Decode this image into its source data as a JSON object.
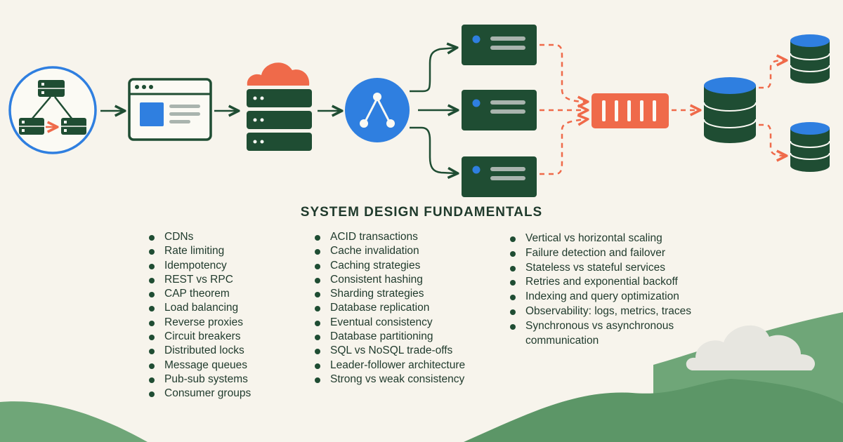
{
  "title": "SYSTEM DESIGN FUNDAMENTALS",
  "colors": {
    "background": "#f7f4ec",
    "dark_green": "#1f4d33",
    "accent_blue": "#2f7fe0",
    "accent_orange": "#ef6a4a",
    "hills": "#5f9a6a"
  },
  "topics": {
    "column1": [
      "CDNs",
      "Rate limiting",
      "Idempotency",
      "REST vs RPC",
      "CAP theorem",
      "Load balancing",
      "Reverse proxies",
      "Circuit breakers",
      "Distributed locks",
      "Message queues",
      "Pub-sub systems",
      "Consumer groups"
    ],
    "column2": [
      "ACID transactions",
      "Cache invalidation",
      "Caching strategies",
      "Consistent hashing",
      "Sharding strategies",
      "Database replication",
      "Eventual consistency",
      "Database partitioning",
      "SQL vs NoSQL trade-offs",
      "Leader-follower architecture",
      "Strong vs weak consistency"
    ],
    "column3": [
      "Vertical vs horizontal scaling",
      "Failure detection and failover",
      "Stateless vs stateful services",
      "Retries and exponential backoff",
      "Indexing and query optimization",
      "Observability: logs, metrics, traces",
      "Synchronous vs asynchronous communication"
    ]
  },
  "icons": [
    "distributed-system-icon",
    "browser-client-icon",
    "cloud-server-stack-icon",
    "load-balancer-icon",
    "app-server-icon",
    "message-queue-icon",
    "primary-database-icon",
    "replica-database-icon"
  ]
}
